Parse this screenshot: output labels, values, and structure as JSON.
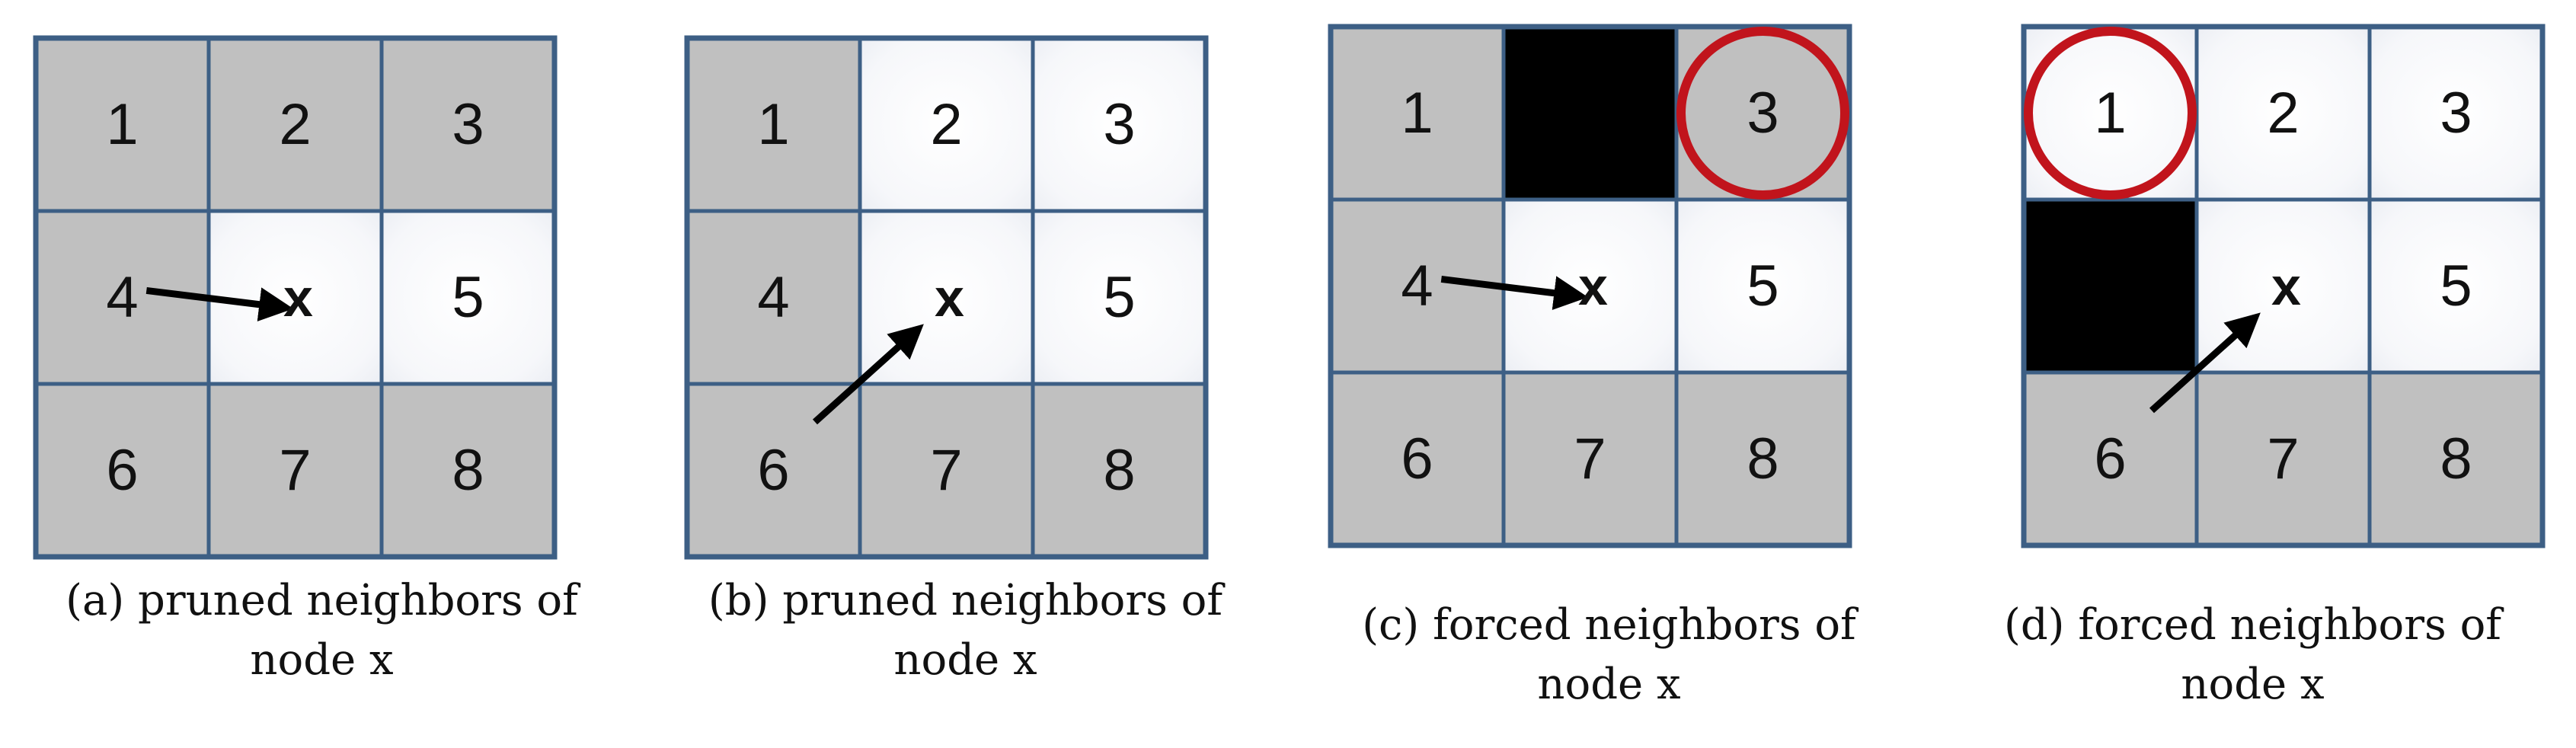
{
  "colors": {
    "gray_cell": "#c0c0c0",
    "white_cell": "#ffffff",
    "blocked_cell": "#000000",
    "grid_line": "#3d5f85",
    "forced_circle": "#c1141c",
    "arrow": "#000000"
  },
  "panels": [
    {
      "id": "a",
      "caption_line1": "(a) pruned neighbors of",
      "caption_line2": "node x",
      "cells": [
        {
          "label": "1",
          "state": "gray"
        },
        {
          "label": "2",
          "state": "gray"
        },
        {
          "label": "3",
          "state": "gray"
        },
        {
          "label": "4",
          "state": "gray"
        },
        {
          "label": "x",
          "state": "white",
          "is_node": true
        },
        {
          "label": "5",
          "state": "white"
        },
        {
          "label": "6",
          "state": "gray"
        },
        {
          "label": "7",
          "state": "gray"
        },
        {
          "label": "8",
          "state": "gray"
        }
      ],
      "arrow_from_cell": "4",
      "circled_cell": null
    },
    {
      "id": "b",
      "caption_line1": "(b) pruned neighbors of",
      "caption_line2": "node x",
      "cells": [
        {
          "label": "1",
          "state": "gray"
        },
        {
          "label": "2",
          "state": "white"
        },
        {
          "label": "3",
          "state": "white"
        },
        {
          "label": "4",
          "state": "gray"
        },
        {
          "label": "x",
          "state": "white",
          "is_node": true
        },
        {
          "label": "5",
          "state": "white"
        },
        {
          "label": "6",
          "state": "gray"
        },
        {
          "label": "7",
          "state": "gray"
        },
        {
          "label": "8",
          "state": "gray"
        }
      ],
      "arrow_from_cell": "6",
      "circled_cell": null
    },
    {
      "id": "c",
      "caption_line1": "(c) forced neighbors of",
      "caption_line2": "node x",
      "cells": [
        {
          "label": "1",
          "state": "gray"
        },
        {
          "label": "",
          "state": "blocked"
        },
        {
          "label": "3",
          "state": "gray"
        },
        {
          "label": "4",
          "state": "gray"
        },
        {
          "label": "x",
          "state": "white",
          "is_node": true
        },
        {
          "label": "5",
          "state": "white"
        },
        {
          "label": "6",
          "state": "gray"
        },
        {
          "label": "7",
          "state": "gray"
        },
        {
          "label": "8",
          "state": "gray"
        }
      ],
      "arrow_from_cell": "4",
      "circled_cell": "3"
    },
    {
      "id": "d",
      "caption_line1": "(d) forced neighbors of",
      "caption_line2": "node x",
      "cells": [
        {
          "label": "1",
          "state": "white"
        },
        {
          "label": "2",
          "state": "white"
        },
        {
          "label": "3",
          "state": "white"
        },
        {
          "label": "",
          "state": "blocked"
        },
        {
          "label": "x",
          "state": "white",
          "is_node": true
        },
        {
          "label": "5",
          "state": "white"
        },
        {
          "label": "6",
          "state": "gray"
        },
        {
          "label": "7",
          "state": "gray"
        },
        {
          "label": "8",
          "state": "gray"
        }
      ],
      "arrow_from_cell": "6",
      "circled_cell": "1"
    }
  ]
}
